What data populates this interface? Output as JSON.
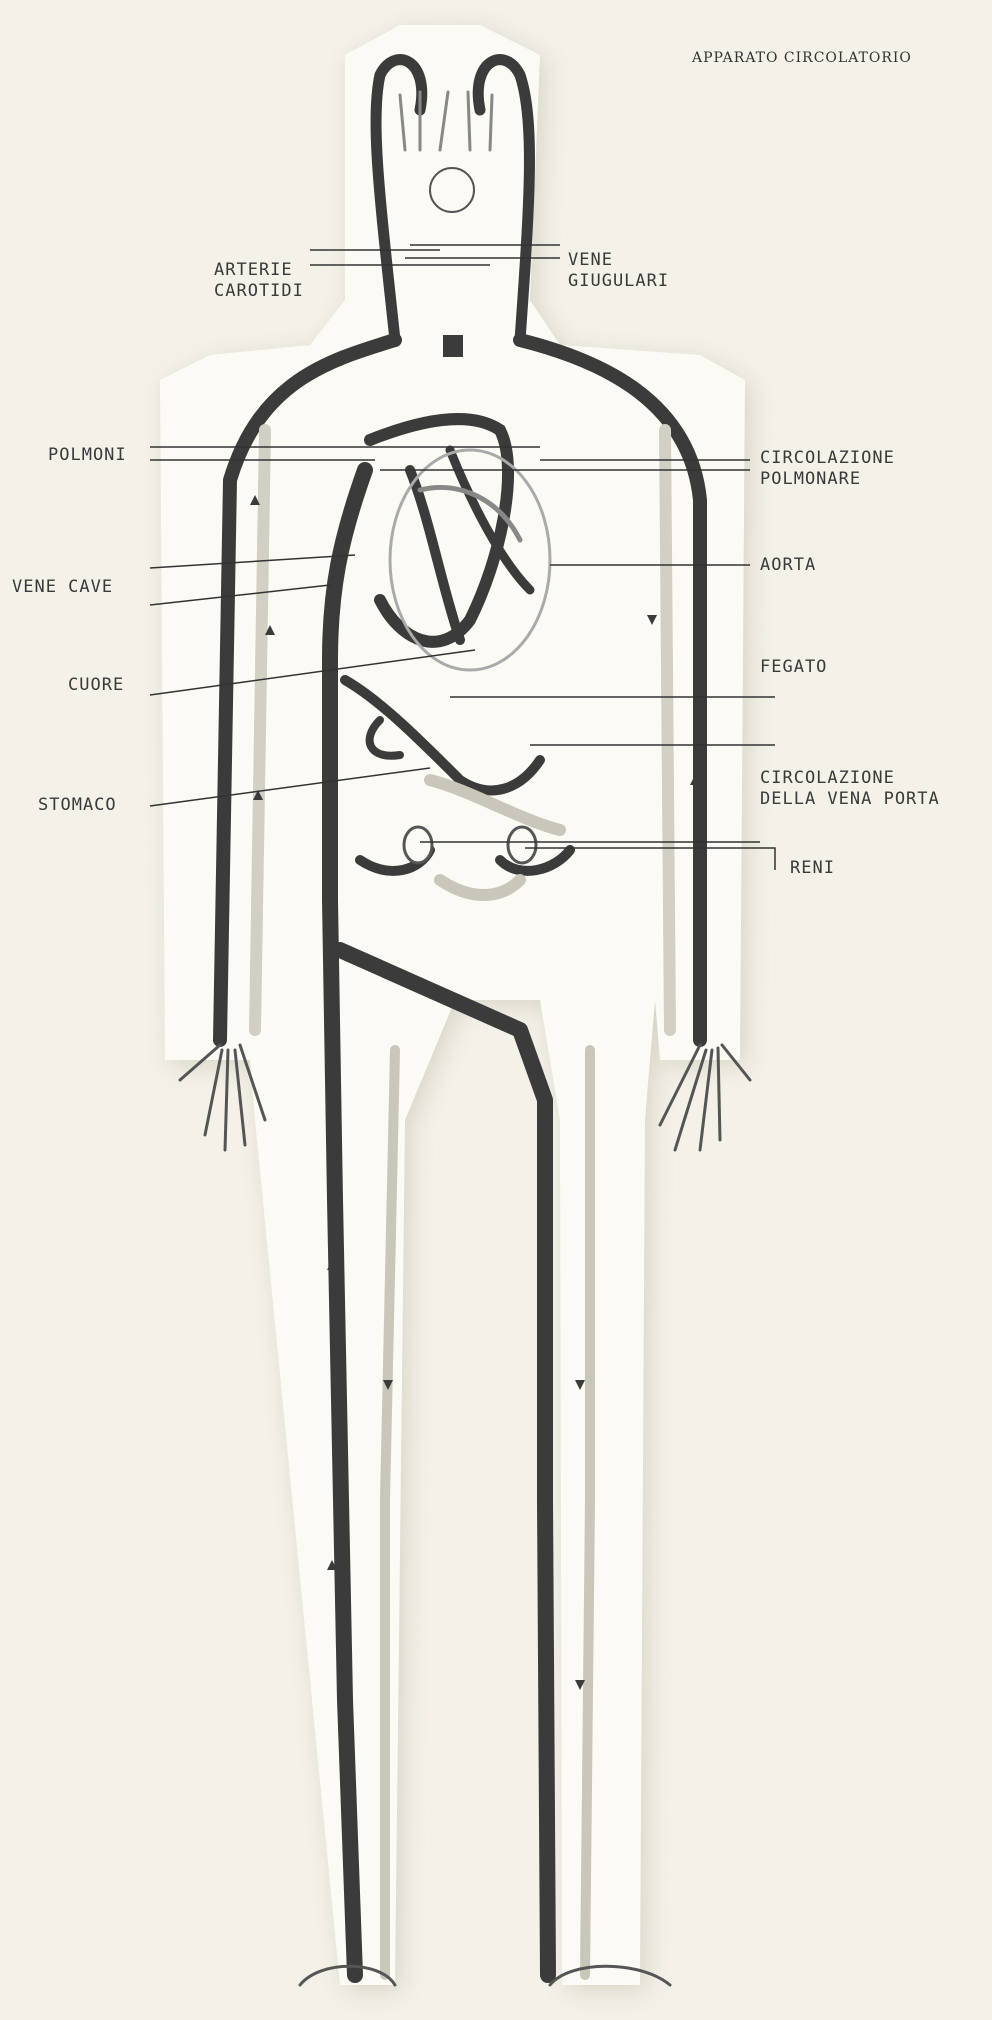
{
  "title": "APPARATO  CIRCOLATORIO",
  "labels": {
    "arterie_carotidi": "ARTERIE\nCAROTIDI",
    "vene_giugulari": "VENE\nGIUGULARI",
    "polmoni": "POLMONI",
    "circolazione_polmonare": "CIRCOLAZIONE\nPOLMONARE",
    "vene_cave": "VENE CAVE",
    "aorta": "AORTA",
    "cuore": "CUORE",
    "fegato": "FEGATO",
    "stomaco": "STOMACO",
    "circolazione_vena_porta": "CIRCOLAZIONE\nDELLA VENA PORTA",
    "reni": "RENI"
  },
  "colors": {
    "background": "#f3f1e8",
    "body_fill": "#fbfaf4",
    "vessel": "#3b3b3b",
    "vessel_light": "#d2d0c5"
  }
}
